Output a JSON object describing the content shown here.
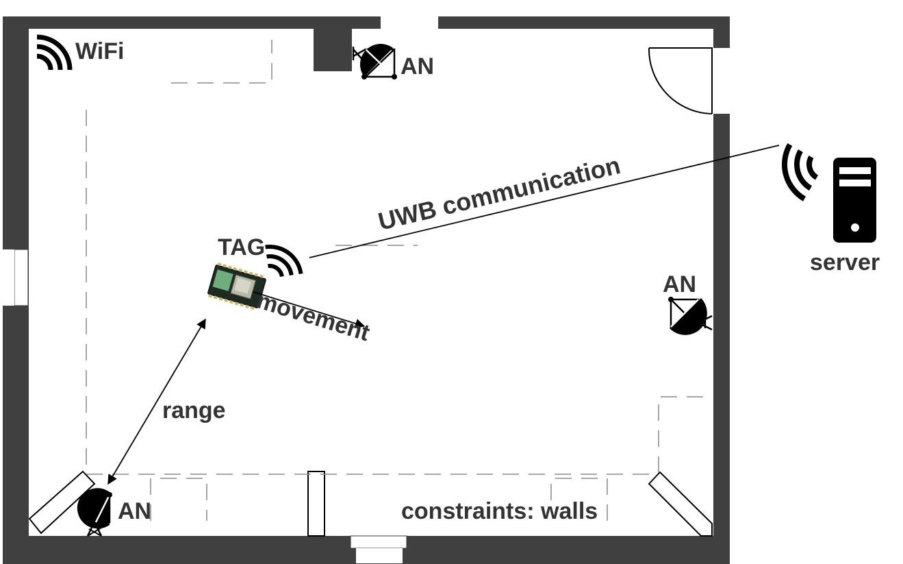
{
  "labels": {
    "wifi": "WiFi",
    "anchor_top": "AN",
    "anchor_right": "AN",
    "anchor_bottom_left": "AN",
    "tag": "TAG",
    "uwb": "UWB communication",
    "server": "server",
    "movement": "movement",
    "range": "range",
    "constraints": "constraints: walls"
  },
  "colors": {
    "wall": "#404040",
    "text": "#333333",
    "line": "#000000",
    "dash": "#888888",
    "device_board": "#1e2b22"
  },
  "icons": {
    "wifi": "wifi-signal-icon",
    "anchor": "satellite-dish-icon",
    "server": "server-tower-icon",
    "tag": "uwb-tag-board"
  }
}
